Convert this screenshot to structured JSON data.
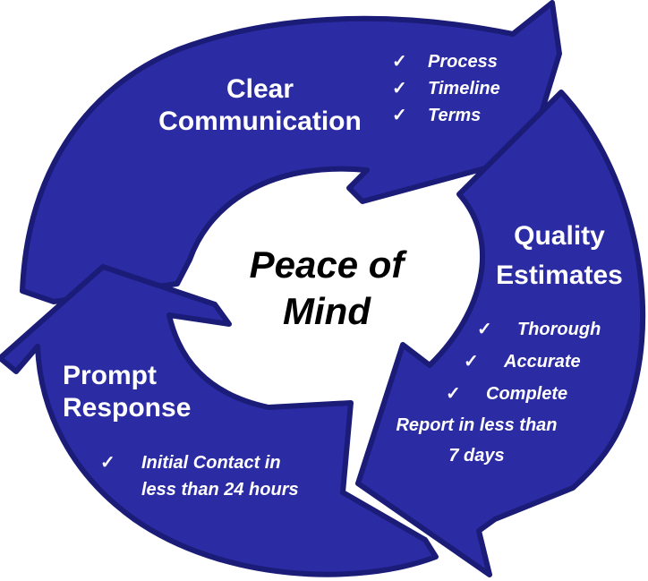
{
  "colors": {
    "arrow_face": "#2b2ba3",
    "arrow_side": "#1b1b78",
    "text": "#ffffff",
    "center_text": "#000000"
  },
  "center": {
    "line1": "Peace of",
    "line2": "Mind"
  },
  "check_icon": "✓",
  "clear_communication": {
    "title_line1": "Clear",
    "title_line2": "Communication",
    "items": [
      "Process",
      "Timeline",
      "Terms"
    ]
  },
  "quality_estimates": {
    "title_line1": "Quality",
    "title_line2": "Estimates",
    "items": [
      "Thorough",
      "Accurate",
      "Complete"
    ],
    "note_line1": "Report in less than",
    "note_line2": "7 days"
  },
  "prompt_response": {
    "title_line1": "Prompt",
    "title_line2": "Response",
    "item_line1": "Initial Contact in",
    "item_line2": "less than 24 hours"
  }
}
